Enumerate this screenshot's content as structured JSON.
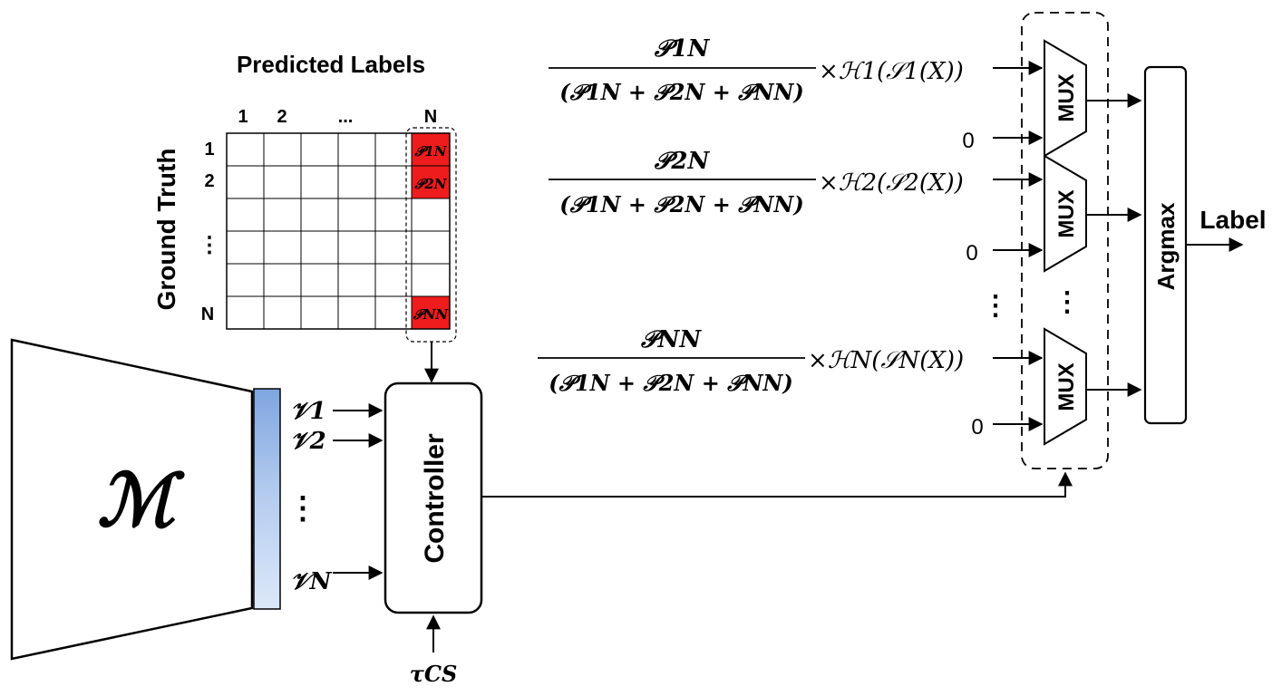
{
  "matrix": {
    "title": "Predicted Labels",
    "y_title": "Ground Truth",
    "col_headers": [
      "1",
      "2",
      "...",
      "N"
    ],
    "row_headers": [
      "1",
      "2",
      "⋮",
      "N"
    ],
    "highlight_cells": [
      "𝒫1N",
      "𝒫2N",
      "𝒫NN"
    ],
    "highlight_color": "#ee1c1c"
  },
  "model": {
    "symbol": "ℳ",
    "outputs": [
      "𝒱1",
      "𝒱2",
      "⋮",
      "𝒱N"
    ],
    "bar_color": "#a8c4ec"
  },
  "controller": {
    "label": "Controller",
    "input_threshold": "τCS"
  },
  "branches": [
    {
      "numerator": "𝒫1N",
      "denominator": "(𝒫1N + 𝒫2N + 𝒫NN)",
      "factor": "×ℋ1(𝒮1(X))",
      "zero": "0"
    },
    {
      "numerator": "𝒫2N",
      "denominator": "(𝒫1N + 𝒫2N + 𝒫NN)",
      "factor": "×ℋ2(𝒮2(X))",
      "zero": "0"
    },
    {
      "numerator": "𝒫NN",
      "denominator": "(𝒫1N + 𝒫2N + 𝒫NN)",
      "factor": "×ℋN(𝒮N(X))",
      "zero": "0"
    }
  ],
  "branch_dots": "⋮",
  "mux_label": "MUX",
  "argmax_label": "Argmax",
  "output_label": "Label"
}
